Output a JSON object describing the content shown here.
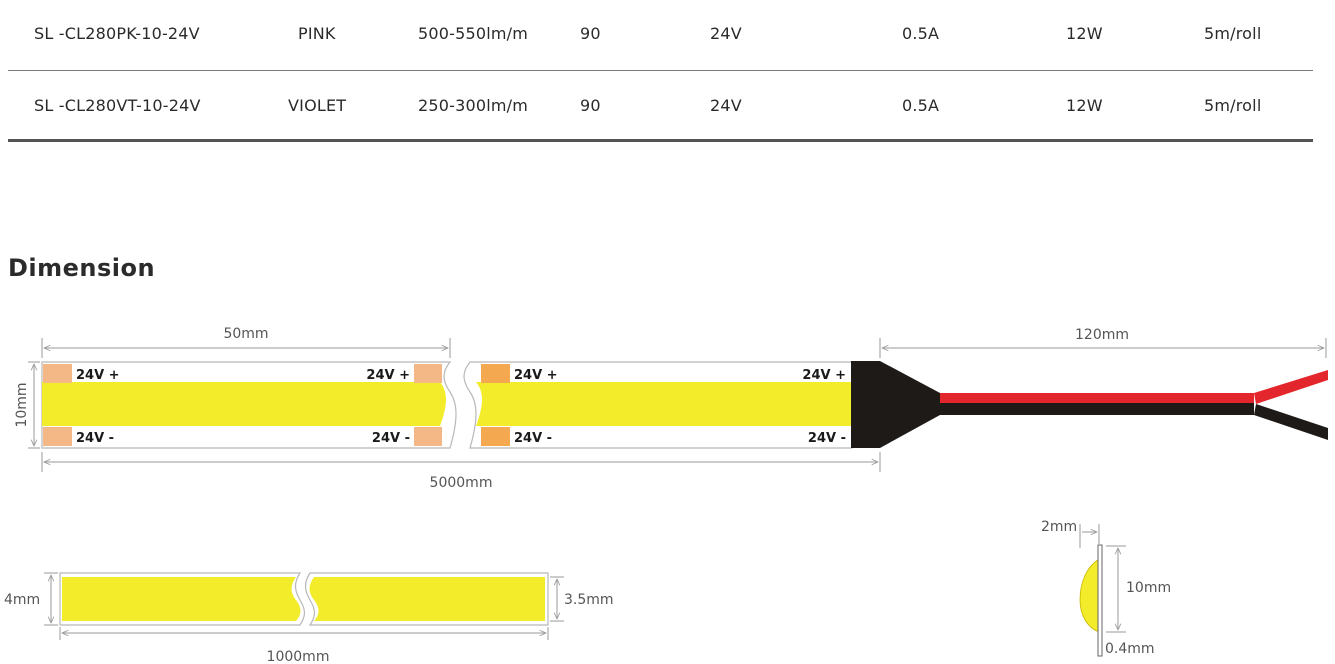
{
  "table": {
    "rows": [
      {
        "model": "SL  -CL280PK-10-24V",
        "color": "PINK",
        "lumen": "500-550lm/m",
        "cri": "90",
        "voltage": "24V",
        "current": "0.5A",
        "power": "12W",
        "length": "5m/roll"
      },
      {
        "model": "SL  -CL280VT-10-24V",
        "color": "VIOLET",
        "lumen": "250-300lm/m",
        "cri": "90",
        "voltage": "24V",
        "current": "0.5A",
        "power": "12W",
        "length": "5m/roll"
      }
    ]
  },
  "section": {
    "title": "Dimension"
  },
  "dimensions": {
    "segment_length": "50mm",
    "cable_length": "120mm",
    "strip_width": "10mm",
    "total_length": "5000mm",
    "pad_labels": {
      "plus": "24V +",
      "minus": "24V -"
    },
    "cut_length": "1000mm",
    "outer_height": "4mm",
    "inner_height": "3.5mm",
    "profile_depth": "2mm",
    "profile_height": "10mm",
    "profile_thickness": "0.4mm"
  },
  "colors": {
    "phosphor": "#f2ec2a",
    "pad_light": "#f4b887",
    "pad_dark": "#f4a84f",
    "wire_red": "#e3262b",
    "wire_black": "#1e1a18",
    "dimension_line": "#9a9a9a"
  }
}
